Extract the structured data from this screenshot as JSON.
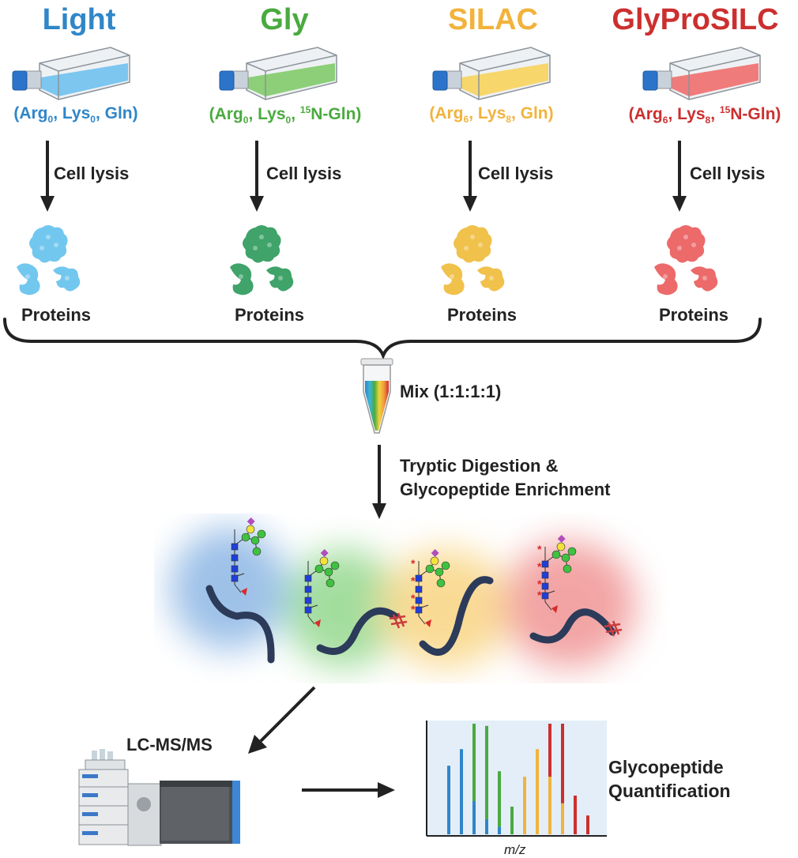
{
  "conditions": [
    {
      "name": "Light",
      "color": "#2f86c9",
      "fill": "#7cc6f0",
      "label_parts": [
        [
          "(Arg",
          ""
        ],
        [
          "0",
          "sub"
        ],
        [
          ", Lys",
          ""
        ],
        [
          "0",
          "sub"
        ],
        [
          ", Gln)",
          ""
        ]
      ]
    },
    {
      "name": "Gly",
      "color": "#4aaa3f",
      "fill": "#8ccf78",
      "label_parts": [
        [
          "(Arg",
          ""
        ],
        [
          "0",
          "sub"
        ],
        [
          ", Lys",
          ""
        ],
        [
          "0",
          "sub"
        ],
        [
          ", ",
          ""
        ],
        [
          "15",
          "sup"
        ],
        [
          "N-Gln)",
          ""
        ]
      ]
    },
    {
      "name": "SILAC",
      "color": "#f1b33c",
      "fill": "#f7d66b",
      "label_parts": [
        [
          "(Arg",
          ""
        ],
        [
          "6",
          "sub"
        ],
        [
          ", Lys",
          ""
        ],
        [
          "8",
          "sub"
        ],
        [
          ", Gln)",
          ""
        ]
      ]
    },
    {
      "name": "GlyProSILC",
      "color": "#cc2f2f",
      "fill": "#f07b7b",
      "label_parts": [
        [
          "(Arg",
          ""
        ],
        [
          "6",
          "sub"
        ],
        [
          ", Lys",
          ""
        ],
        [
          "8",
          "sub"
        ],
        [
          ", ",
          ""
        ],
        [
          "15",
          "sup"
        ],
        [
          "N-Gln)",
          ""
        ]
      ]
    }
  ],
  "protein_colors": [
    "#72c7ee",
    "#3fa36a",
    "#f0c14b",
    "#ec6a6a"
  ],
  "step_cell_lysis": "Cell lysis",
  "step_proteins": "Proteins",
  "step_mix": "Mix (1:1:1:1)",
  "step_digest_line1": "Tryptic Digestion &",
  "step_digest_line2": "Glycopeptide Enrichment",
  "step_lcms": "LC-MS/MS",
  "step_quant_line1": "Glycopeptide",
  "step_quant_line2": "Quantification",
  "spectrum_xlabel": "m/z",
  "spectrum_bars": [
    {
      "total": 0.62,
      "parts": [
        [
          1.0,
          "#2f86c9"
        ]
      ]
    },
    {
      "total": 0.77,
      "parts": [
        [
          1.0,
          "#2f86c9"
        ]
      ]
    },
    {
      "total": 1.0,
      "parts": [
        [
          0.3,
          "#2f86c9"
        ],
        [
          0.7,
          "#4aaa3f"
        ]
      ]
    },
    {
      "total": 0.98,
      "parts": [
        [
          0.14,
          "#2f86c9"
        ],
        [
          0.86,
          "#4aaa3f"
        ]
      ]
    },
    {
      "total": 0.57,
      "parts": [
        [
          0.12,
          "#2f86c9"
        ],
        [
          0.88,
          "#4aaa3f"
        ]
      ]
    },
    {
      "total": 0.25,
      "parts": [
        [
          1.0,
          "#4aaa3f"
        ]
      ]
    },
    {
      "total": 0.52,
      "parts": [
        [
          1.0,
          "#f1b33c"
        ]
      ]
    },
    {
      "total": 0.77,
      "parts": [
        [
          1.0,
          "#f1b33c"
        ]
      ]
    },
    {
      "total": 1.0,
      "parts": [
        [
          0.52,
          "#f1b33c"
        ],
        [
          0.48,
          "#cc2f2f"
        ]
      ]
    },
    {
      "total": 1.0,
      "parts": [
        [
          0.28,
          "#f1b33c"
        ],
        [
          0.72,
          "#cc2f2f"
        ]
      ]
    },
    {
      "total": 0.35,
      "parts": [
        [
          1.0,
          "#cc2f2f"
        ]
      ]
    },
    {
      "total": 0.17,
      "parts": [
        [
          1.0,
          "#cc2f2f"
        ]
      ]
    }
  ]
}
